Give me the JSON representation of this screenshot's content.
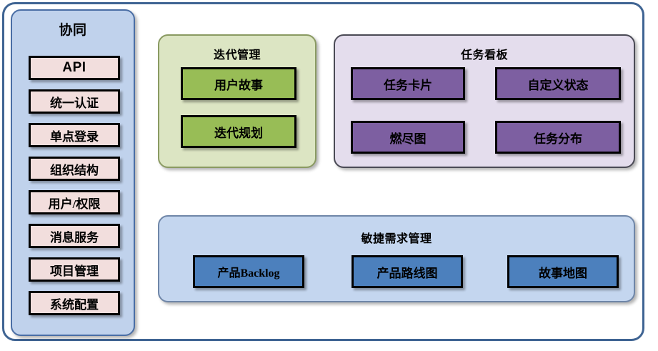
{
  "diagram": {
    "colors": {
      "frame_border": "#3f6493",
      "sidebar_bg": "#c0d2ec",
      "sidebar_border": "#4a6ea5",
      "chip_pink": "#f2dedd",
      "panel_green_bg": "#dce5c3",
      "panel_green_border": "#8a9a62",
      "chip_green": "#98bd56",
      "panel_purple_bg": "#e4dded",
      "panel_purple_border": "#4a4a55",
      "chip_purple": "#7d5fa1",
      "panel_blue_bg": "#c4d6ef",
      "panel_blue_border": "#6f86a8",
      "chip_blue": "#4c80bd",
      "chip_outline": "#000000"
    },
    "sidebar": {
      "title": "协同",
      "items": [
        {
          "label": "API"
        },
        {
          "label": "统一认证"
        },
        {
          "label": "单点登录"
        },
        {
          "label": "组织结构"
        },
        {
          "label": "用户/权限"
        },
        {
          "label": "消息服务"
        },
        {
          "label": "项目管理"
        },
        {
          "label": "系统配置"
        }
      ]
    },
    "panels": [
      {
        "id": "iteration",
        "title": "迭代管理",
        "items": [
          {
            "label": "用户故事"
          },
          {
            "label": "迭代规划"
          }
        ]
      },
      {
        "id": "task-board",
        "title": "任务看板",
        "items": [
          {
            "label": "任务卡片"
          },
          {
            "label": "自定义状态"
          },
          {
            "label": "燃尽图"
          },
          {
            "label": "任务分布"
          }
        ]
      },
      {
        "id": "agile-requirements",
        "title": "敏捷需求管理",
        "items": [
          {
            "label": "产品Backlog"
          },
          {
            "label": "产品路线图"
          },
          {
            "label": "故事地图"
          }
        ]
      }
    ]
  }
}
